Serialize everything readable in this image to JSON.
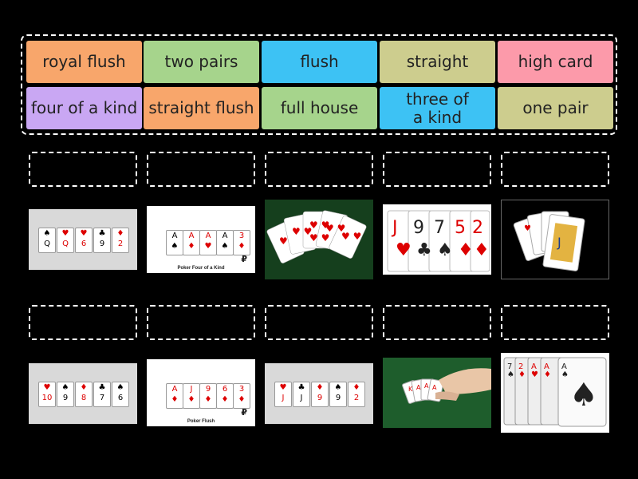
{
  "chips": [
    {
      "label": "royal flush",
      "color": "#f8a66b"
    },
    {
      "label": "two pairs",
      "color": "#a6d48c"
    },
    {
      "label": "flush",
      "color": "#3dc2f4"
    },
    {
      "label": "straight",
      "color": "#cdcd8e"
    },
    {
      "label": "high card",
      "color": "#fc9aaa"
    },
    {
      "label": "four of a kind",
      "color": "#c9a7f3"
    },
    {
      "label": "straight flush",
      "color": "#f8a66b"
    },
    {
      "label": "full house",
      "color": "#a6d48c"
    },
    {
      "label": "three of\na kind",
      "color": "#3dc2f4"
    },
    {
      "label": "one pair",
      "color": "#cdcd8e"
    }
  ],
  "images": [
    {
      "icon": "cards-q-q-6-9-2-icon"
    },
    {
      "icon": "cards-four-aces-icon",
      "caption": "Poker Four of a Kind"
    },
    {
      "icon": "cards-hearts-spread-icon"
    },
    {
      "icon": "cards-j-9-7-5-2-icon"
    },
    {
      "icon": "cards-royal-hand-icon"
    },
    {
      "icon": "cards-10-9-8-7-6-icon"
    },
    {
      "icon": "cards-diamond-flush-icon",
      "caption": "Poker Flush"
    },
    {
      "icon": "cards-j-j-9-9-2-icon"
    },
    {
      "icon": "cards-hand-held-icon"
    },
    {
      "icon": "cards-aces-fan-icon"
    }
  ]
}
